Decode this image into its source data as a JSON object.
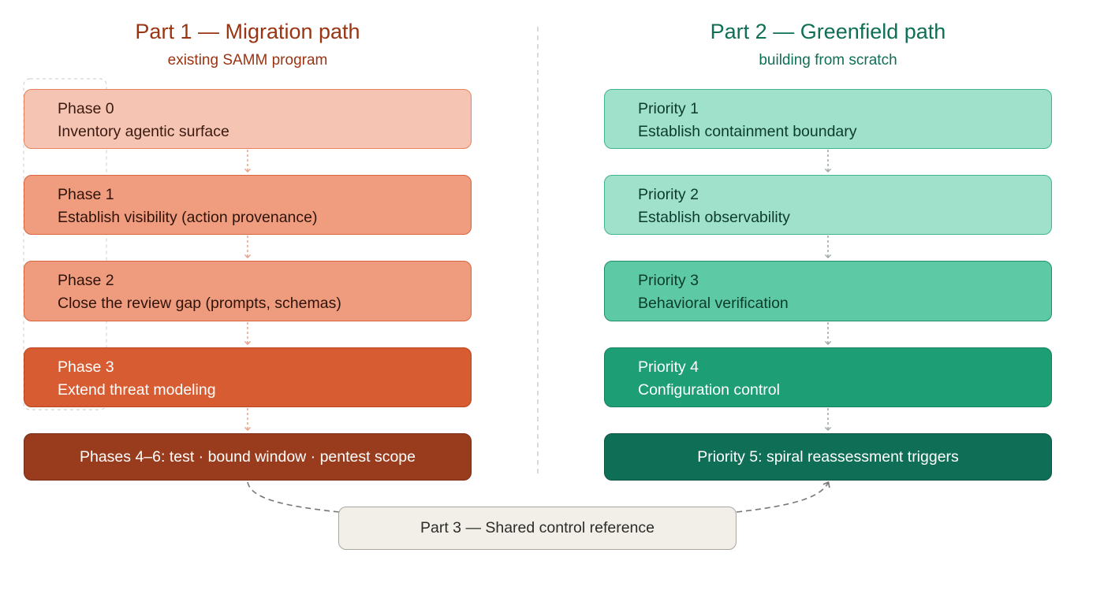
{
  "part1": {
    "title": "Part 1 — Migration path",
    "subtitle": "existing SAMM program",
    "phases": [
      {
        "label": "Phase 0",
        "text": "Inventory agentic surface"
      },
      {
        "label": "Phase 1",
        "text": "Establish visibility (action provenance)"
      },
      {
        "label": "Phase 2",
        "text": "Close the review gap (prompts, schemas)"
      },
      {
        "label": "Phase 3",
        "text": "Extend threat modeling"
      }
    ],
    "final": "Phases 4–6: test · bound window · pentest scope"
  },
  "part2": {
    "title": "Part 2 — Greenfield path",
    "subtitle": "building from scratch",
    "priorities": [
      {
        "label": "Priority 1",
        "text": "Establish containment boundary"
      },
      {
        "label": "Priority 2",
        "text": "Establish observability"
      },
      {
        "label": "Priority 3",
        "text": "Behavioral verification"
      },
      {
        "label": "Priority 4",
        "text": "Configuration control"
      }
    ],
    "final": "Priority 5: spiral reassessment triggers"
  },
  "part3": {
    "label": "Part 3 — Shared control reference"
  },
  "colors": {
    "coral_accent": "#993c1d",
    "teal_accent": "#0f6e56",
    "shared_fill": "#f1efe8"
  }
}
